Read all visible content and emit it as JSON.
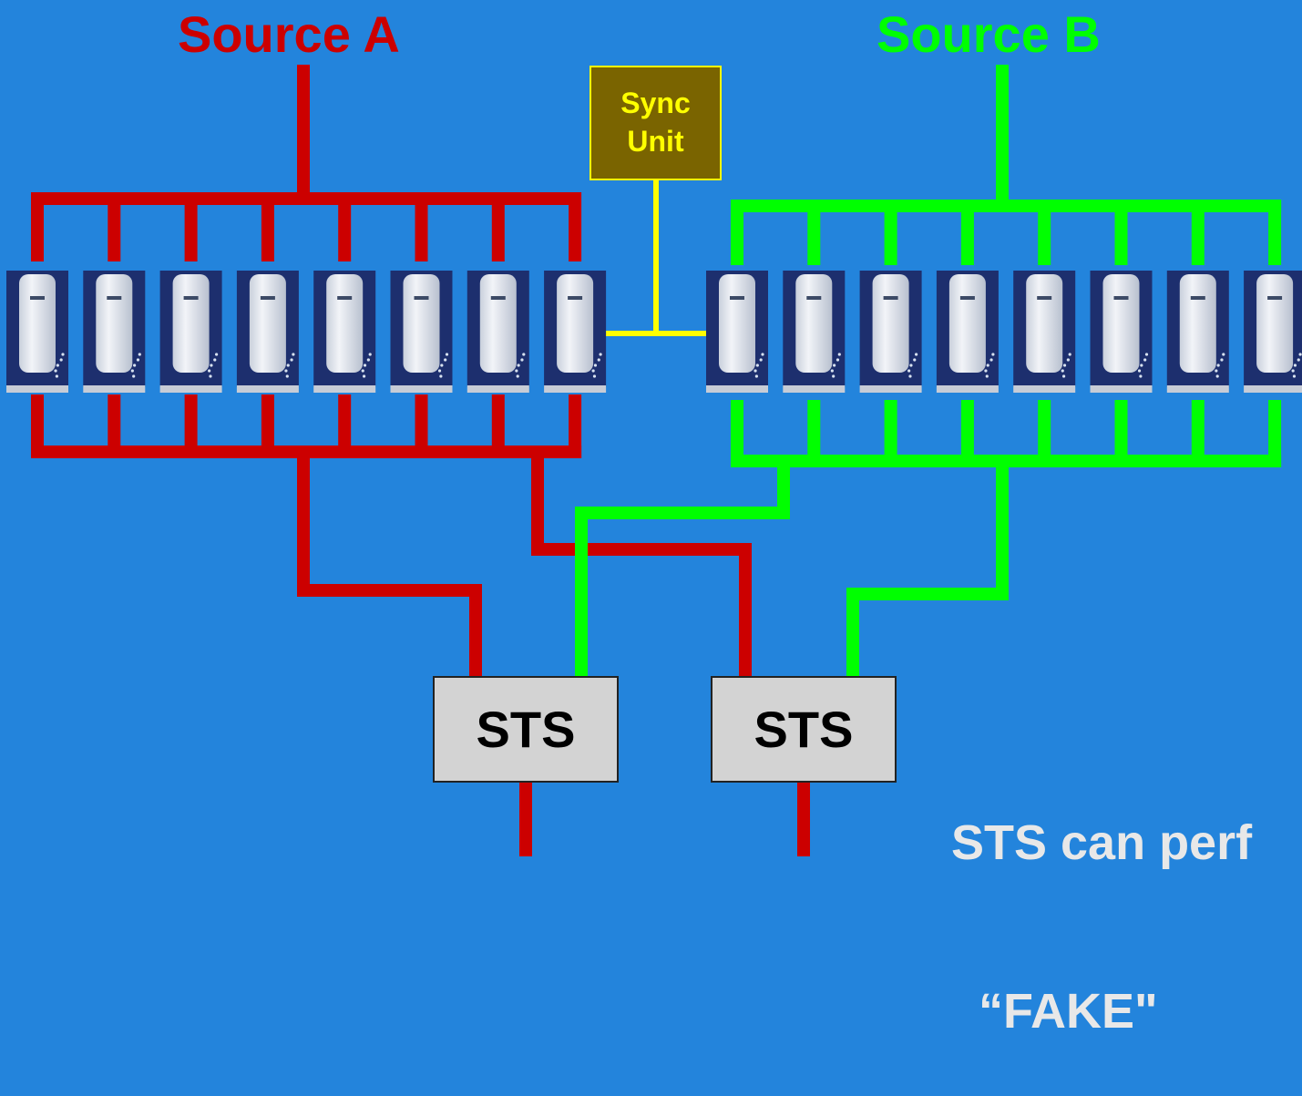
{
  "sources": {
    "a": {
      "label": "Source A",
      "color": "#cc0000"
    },
    "b": {
      "label": "Source B",
      "color": "#00ff00"
    }
  },
  "sync_unit": {
    "line1": "Sync",
    "line2": "Unit",
    "text_color": "#ffff00",
    "fill": "#7a6400",
    "link_color": "#ffff00"
  },
  "ups_units": {
    "source_a_count": 8,
    "source_b_count": 8
  },
  "sts_units": [
    {
      "label": "STS"
    },
    {
      "label": "STS"
    }
  ],
  "note": {
    "line1": "STS can perf",
    "line2": "  “FAKE\"",
    "color": "#e8e8e8"
  },
  "background": "#2384dc"
}
